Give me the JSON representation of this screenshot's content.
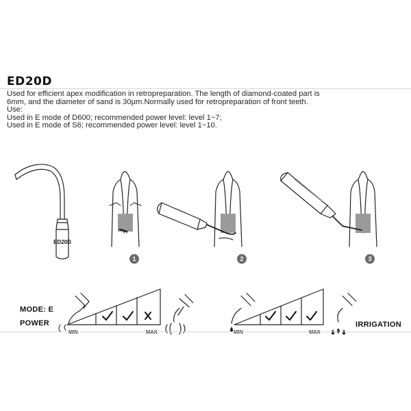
{
  "product": {
    "code": "ED20D",
    "description": [
      "Used for efficient apex modification in retropreparation. The length of diamond-coated part is",
      "6mm, and the diameter of sand is 30μm.Normally used for retropreparation of front teeth.",
      "Use:",
      "Used in E mode of D600; recommended power level: level 1~7;",
      "Used in E mode of S6; recommended power level: level 1~10."
    ],
    "tip_label": "ED20D"
  },
  "steps": [
    "1",
    "2",
    "3"
  ],
  "settings": {
    "mode_label": "MODE: E",
    "power_label": "POWER",
    "irrigation_label": "IRRIGATION",
    "power_scale": {
      "min_label": "MIN",
      "max_label": "MAX",
      "marks": [
        "check",
        "check",
        "cross"
      ]
    },
    "irrigation_scale": {
      "min_label": "MIN",
      "max_label": "MAX",
      "marks": [
        "check",
        "check",
        "check"
      ]
    }
  }
}
